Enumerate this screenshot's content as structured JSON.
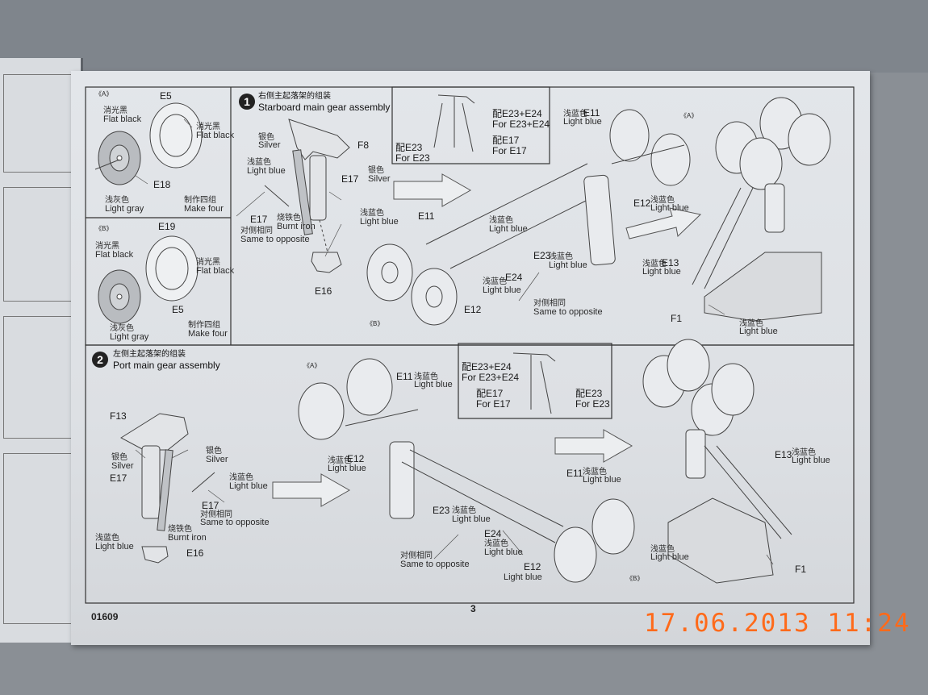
{
  "step1": {
    "number": "1",
    "title_cn": "右侧主起落架的组装",
    "title_en": "Starboard main gear assembly"
  },
  "step2": {
    "number": "2",
    "title_cn": "左侧主起落架的组装",
    "title_en": "Port main gear assembly"
  },
  "box_a": {
    "tag": "《A》",
    "e5": "E5",
    "flat_black_cn": "消光黑",
    "flat_black_en": "Flat black",
    "flat_black2_cn": "消光黑",
    "flat_black2_en": "Flat black",
    "e18": "E18",
    "light_gray_cn": "浅灰色",
    "light_gray_en": "Light gray",
    "make_four_cn": "制作四组",
    "make_four_en": "Make four"
  },
  "box_b": {
    "tag": "《B》",
    "e19": "E19",
    "flat_black_cn": "消光黑",
    "flat_black_en": "Flat black",
    "flat_black2_cn": "消光黑",
    "flat_black2_en": "Flat black",
    "e5": "E5",
    "light_gray_cn": "浅灰色",
    "light_gray_en": "Light gray",
    "make_four_cn": "制作四组",
    "make_four_en": "Make four"
  },
  "s1": {
    "silver_cn": "银色",
    "silver_en": "Silver",
    "f8": "F8",
    "lightblue_cn": "浅蓝色",
    "lightblue_en": "Light blue",
    "e17": "E17",
    "silver2_cn": "银色",
    "silver2_en": "Silver",
    "e17b": "E17",
    "burnt_cn": "烧铁色",
    "burnt_en": "Burnt iron",
    "opp_cn": "对侧相同",
    "opp_en": "Same to opposite",
    "lightblue2_cn": "浅蓝色",
    "lightblue2_en": "Light blue",
    "e16": "E16",
    "inset_a": "配E23+E24",
    "inset_a_en": "For E23+E24",
    "inset_b": "配E17",
    "inset_b_en": "For E17",
    "inset_c": "配E23",
    "inset_c_en": "For E23",
    "e11_top_cn": "浅蓝色",
    "e11_top": "E11",
    "e11_top_en": "Light blue",
    "tag_a": "《A》",
    "e11": "E11",
    "lb3_cn": "浅蓝色",
    "lb3_en": "Light blue",
    "e23": "E23",
    "lb4_cn": "浅蓝色",
    "lb4_en": "Light blue",
    "e24": "E24",
    "lb5_cn": "浅蓝色",
    "lb5_en": "Light blue",
    "opp2_cn": "对侧相同",
    "opp2_en": "Same to opposite",
    "e12": "E12",
    "tag_b": "《B》",
    "e12r": "E12",
    "lb6_cn": "浅蓝色",
    "lb6_en": "Light blue",
    "e13": "E13",
    "lb7_cn": "浅蓝色",
    "lb7_en": "Light blue",
    "f1": "F1",
    "lb8_cn": "浅蓝色",
    "lb8_en": "Light blue"
  },
  "s2": {
    "f13": "F13",
    "silver_cn": "银色",
    "silver_en": "Silver",
    "silver2_cn": "银色",
    "silver2_en": "Silver",
    "e17": "E17",
    "lb1_cn": "浅蓝色",
    "lb1_en": "Light blue",
    "e17b": "E17",
    "opp_cn": "对侧相同",
    "opp_en": "Same to opposite",
    "burnt_cn": "烧铁色",
    "burnt_en": "Burnt iron",
    "lb2_cn": "浅蓝色",
    "lb2_en": "Light blue",
    "e16": "E16",
    "tag_a": "《A》",
    "e11": "E11",
    "lb3_cn": "浅蓝色",
    "lb3_en": "Light blue",
    "lb4_cn": "浅蓝色",
    "e12": "E12",
    "lb4_en": "Light blue",
    "inset_a": "配E23+E24",
    "inset_a_en": "For E23+E24",
    "inset_b": "配E17",
    "inset_b_en": "For E17",
    "inset_c": "配E23",
    "inset_c_en": "For E23",
    "e13": "E13",
    "lb5_cn": "浅蓝色",
    "lb5_en": "Light blue",
    "e11b": "E11",
    "lb6_cn": "浅蓝色",
    "lb6_en": "Light blue",
    "e23": "E23",
    "lb7_cn": "浅蓝色",
    "lb7_en": "Light blue",
    "e24": "E24",
    "lb8_cn": "浅蓝色",
    "lb8_en": "Light blue",
    "opp2_cn": "对侧相同",
    "opp2_en": "Same to opposite",
    "e12b": "E12",
    "lb9_en": "Light blue",
    "tag_b": "《B》",
    "lb10_cn": "浅蓝色",
    "lb10_en": "Light blue",
    "f1": "F1"
  },
  "footer": {
    "kit_no": "01609",
    "page_no": "3"
  },
  "camera_stamp": "17.06.2013 11:24",
  "colors": {
    "paper": "#dfe2e6",
    "line": "#333333",
    "stamp": "#ff6a1a"
  }
}
